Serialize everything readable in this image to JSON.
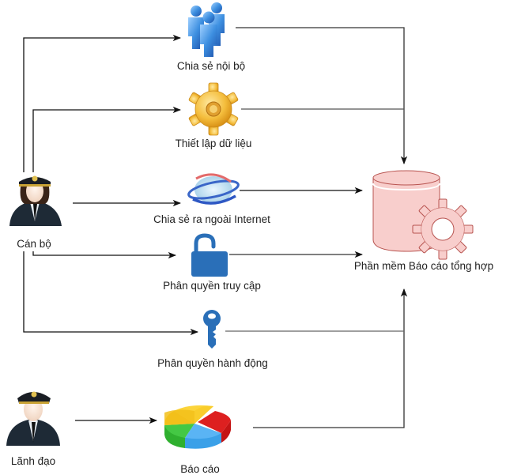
{
  "diagram": {
    "actors": [
      {
        "id": "can-bo",
        "label": "Cán bộ",
        "icon": "officer-female-icon"
      },
      {
        "id": "lanh-dao",
        "label": "Lãnh đạo",
        "icon": "officer-male-icon"
      }
    ],
    "functions": [
      {
        "id": "chia-se-noi-bo",
        "label": "Chia sẻ nội bộ",
        "icon": "users-group-icon"
      },
      {
        "id": "thiet-lap-du-lieu",
        "label": "Thiết lập dữ liệu",
        "icon": "gear-icon"
      },
      {
        "id": "chia-se-internet",
        "label": "Chia sẻ ra ngoài Internet",
        "icon": "globe-network-icon"
      },
      {
        "id": "phan-quyen-truy-cap",
        "label": "Phân quyền truy cập",
        "icon": "unlock-icon"
      },
      {
        "id": "phan-quyen-hanh-dong",
        "label": "Phân quyền hành động",
        "icon": "key-icon"
      },
      {
        "id": "bao-cao",
        "label": "Báo cáo",
        "icon": "pie-chart-icon"
      }
    ],
    "target": {
      "id": "phan-mem",
      "label": "Phần mềm Báo cáo tổng hợp",
      "icon": "database-gear-icon"
    },
    "edges": [
      {
        "from": "can-bo",
        "to": "chia-se-noi-bo"
      },
      {
        "from": "can-bo",
        "to": "thiet-lap-du-lieu"
      },
      {
        "from": "can-bo",
        "to": "chia-se-internet"
      },
      {
        "from": "can-bo",
        "to": "phan-quyen-truy-cap"
      },
      {
        "from": "can-bo",
        "to": "phan-quyen-hanh-dong"
      },
      {
        "from": "lanh-dao",
        "to": "bao-cao"
      },
      {
        "from": "chia-se-noi-bo",
        "to": "phan-mem"
      },
      {
        "from": "thiet-lap-du-lieu",
        "to": "phan-mem"
      },
      {
        "from": "chia-se-internet",
        "to": "phan-mem"
      },
      {
        "from": "phan-quyen-truy-cap",
        "to": "phan-mem"
      },
      {
        "from": "phan-quyen-hanh-dong",
        "to": "phan-mem"
      },
      {
        "from": "bao-cao",
        "to": "phan-mem"
      }
    ],
    "colors": {
      "line": "#111111",
      "line_gray": "#555555",
      "db_fill": "#f8cecc",
      "db_stroke": "#b85450",
      "lock_blue": "#2a6fb8",
      "key_blue": "#2a6fb8",
      "users_blue": "#3d8fe0",
      "gear_gold": "#f0b030"
    }
  }
}
